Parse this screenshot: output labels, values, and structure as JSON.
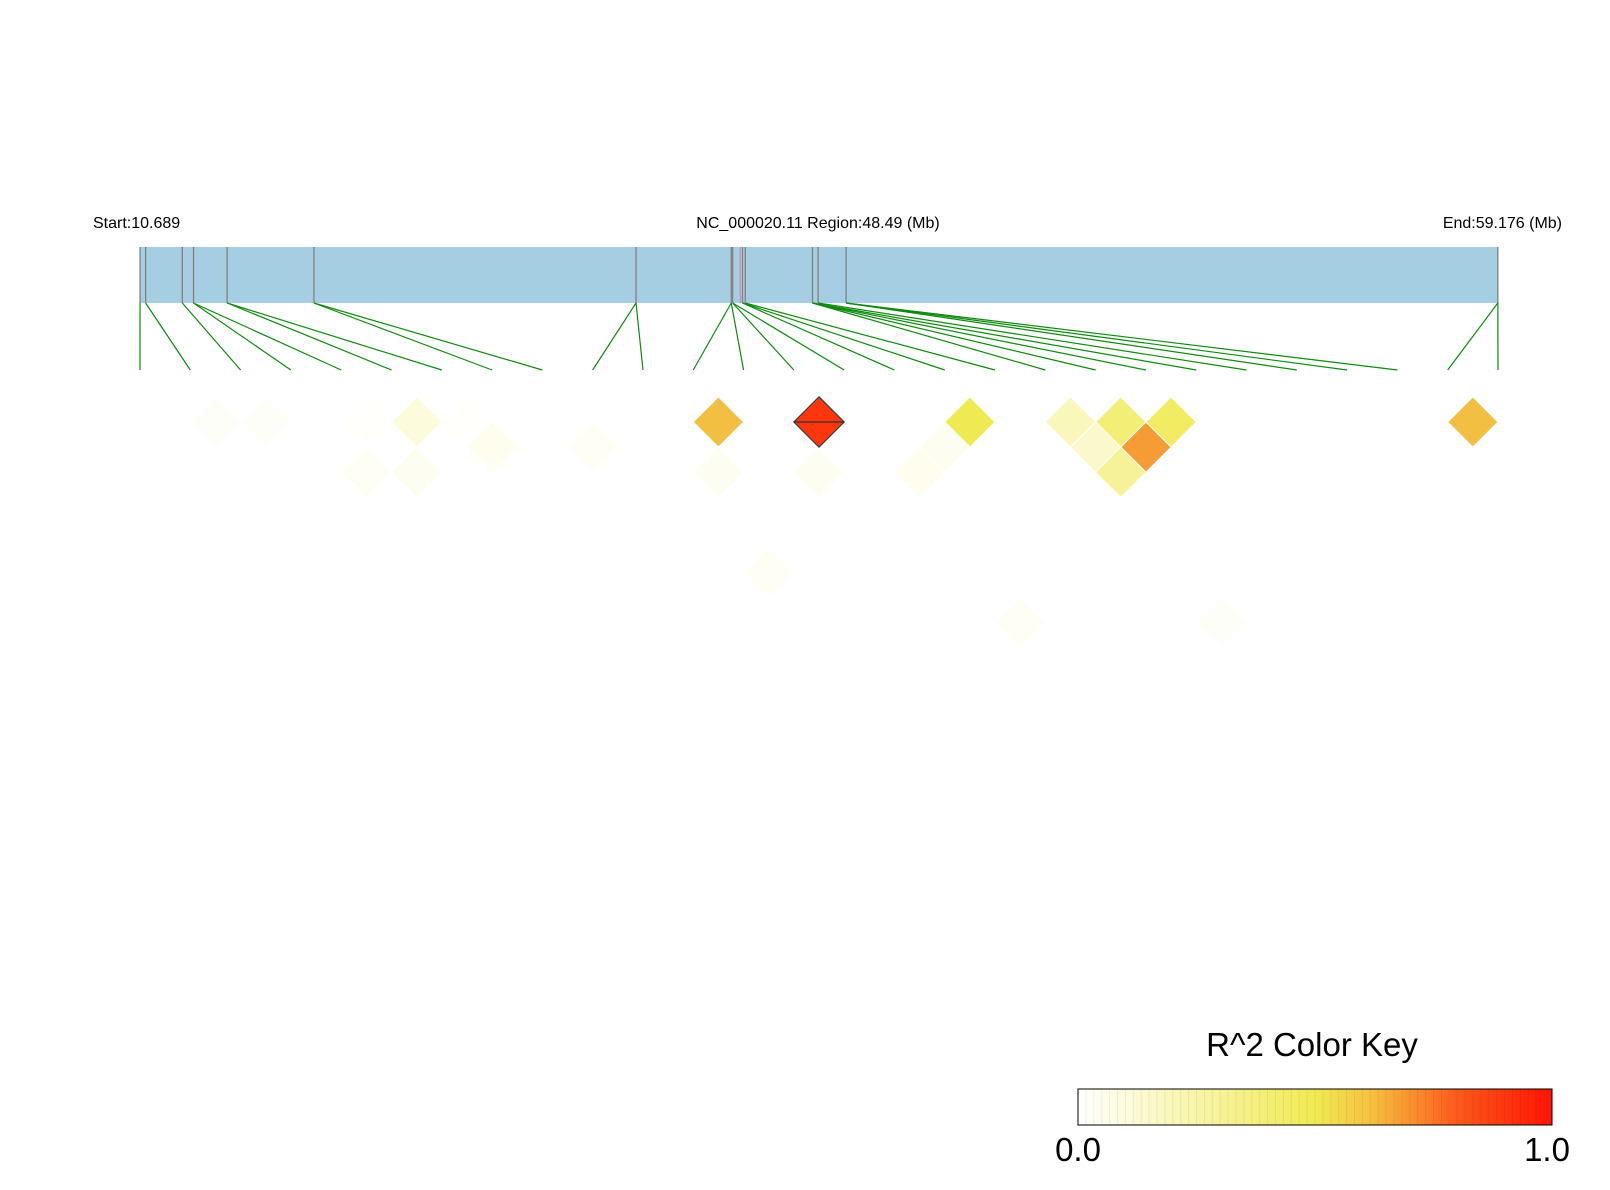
{
  "header": {
    "start_label": "Start:10.689",
    "region_label": "NC_000020.11 Region:48.49 (Mb)",
    "end_label": "End:59.176 (Mb)"
  },
  "colorkey": {
    "title": "R^2 Color Key",
    "min_label": "0.0",
    "max_label": "1.0"
  },
  "colors": {
    "region_bar": "#a6cee3",
    "snp_tick": "#808080",
    "connector": "#0f8a0f",
    "scale_low": "#ffffff",
    "scale_mid": "#f0ea52",
    "scale_high": "#ff1400"
  },
  "chart_data": {
    "type": "heatmap",
    "title": "",
    "region": {
      "start_mb": 10.689,
      "end_mb": 59.176,
      "length_mb": 48.49
    },
    "color_scale": {
      "min": 0.0,
      "max": 1.0,
      "label": "R^2"
    },
    "snp_positions_mb": [
      10.69,
      10.89,
      12.2,
      12.6,
      13.8,
      16.9,
      28.4,
      31.8,
      31.85,
      32.2,
      32.3,
      34.7,
      34.9,
      35.9,
      59.17
    ],
    "snp_count": 28,
    "ld_r2": [
      {
        "i": 1,
        "j": 2,
        "r2": 0.02
      },
      {
        "i": 2,
        "j": 3,
        "r2": 0.02
      },
      {
        "i": 4,
        "j": 5,
        "r2": 0.01
      },
      {
        "i": 5,
        "j": 6,
        "r2": 0.1
      },
      {
        "i": 6,
        "j": 7,
        "r2": 0.01
      },
      {
        "i": 11,
        "j": 12,
        "r2": 0.6
      },
      {
        "i": 13,
        "j": 14,
        "r2": 0.92
      },
      {
        "i": 16,
        "j": 17,
        "r2": 0.5
      },
      {
        "i": 18,
        "j": 19,
        "r2": 0.2
      },
      {
        "i": 19,
        "j": 20,
        "r2": 0.4
      },
      {
        "i": 20,
        "j": 21,
        "r2": 0.45
      },
      {
        "i": 26,
        "j": 27,
        "r2": 0.6
      },
      {
        "i": 18,
        "j": 20,
        "r2": 0.15
      },
      {
        "i": 19,
        "j": 21,
        "r2": 0.68
      },
      {
        "i": 18,
        "j": 21,
        "r2": 0.3
      },
      {
        "i": 15,
        "j": 17,
        "r2": 0.04
      },
      {
        "i": 14,
        "j": 17,
        "r2": 0.05
      },
      {
        "i": 8,
        "j": 10,
        "r2": 0.03
      },
      {
        "i": 10,
        "j": 13,
        "r2": 0.04
      },
      {
        "i": 6,
        "j": 8,
        "r2": 0.05
      },
      {
        "i": 3,
        "j": 6,
        "r2": 0.03
      },
      {
        "i": 4,
        "j": 7,
        "r2": 0.04
      },
      {
        "i": 12,
        "j": 15,
        "r2": 0.04
      },
      {
        "i": 9,
        "j": 16,
        "r2": 0.03
      },
      {
        "i": 13,
        "j": 22,
        "r2": 0.03
      },
      {
        "i": 17,
        "j": 26,
        "r2": 0.02
      }
    ]
  }
}
